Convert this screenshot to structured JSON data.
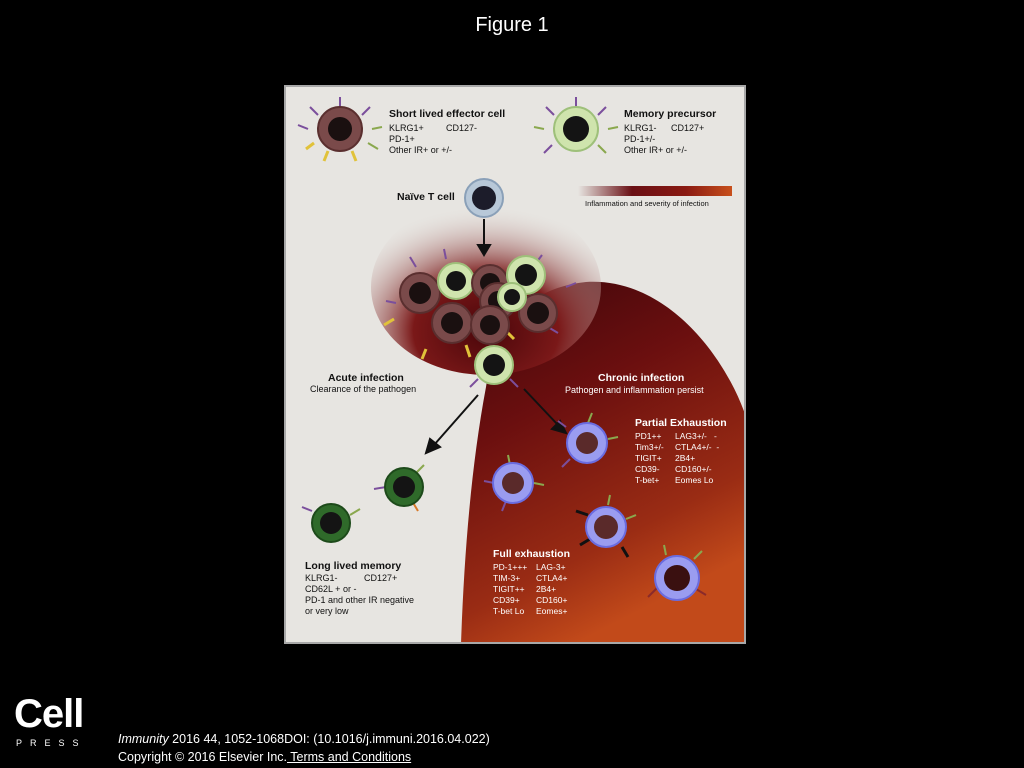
{
  "page": {
    "title": "Figure 1"
  },
  "figure": {
    "short_lived": {
      "title": "Short lived effector cell",
      "col1": [
        "KLRG1+",
        "PD-1+",
        "Other IR+ or +/-"
      ],
      "col2": [
        "CD127-"
      ]
    },
    "memory_precursor": {
      "title": "Memory precursor",
      "col1": [
        "KLRG1-",
        "PD-1+/-",
        "Other IR+ or +/-"
      ],
      "col2": [
        "CD127+"
      ]
    },
    "naive": {
      "title": "Naïve T cell"
    },
    "gradient_label": "Inflammation and severity of infection",
    "acute": {
      "title": "Acute infection",
      "subtitle": "Clearance of the pathogen"
    },
    "chronic": {
      "title": "Chronic infection",
      "subtitle": "Pathogen and inflammation persist"
    },
    "partial_exhaustion": {
      "title": "Partial Exhaustion",
      "col1": [
        "PD1++",
        "Tim3+/-",
        "TIGIT+",
        "CD39-",
        "T-bet+"
      ],
      "col2": [
        "LAG3+/-   -",
        "CTLA4+/-  -",
        "2B4+",
        "CD160+/-",
        "Eomes Lo"
      ]
    },
    "full_exhaustion": {
      "title": "Full exhaustion",
      "col1": [
        "PD-1+++",
        "TIM-3+",
        "TIGIT++",
        "CD39+",
        "T-bet Lo"
      ],
      "col2": [
        "LAG-3+",
        "CTLA4+",
        "2B4+",
        "CD160+",
        "Eomes+"
      ]
    },
    "long_lived": {
      "title": "Long lived memory",
      "lines": [
        "KLRG1-",
        "CD62L + or -",
        "PD-1 and other IR negative",
        "or very low"
      ],
      "line1_col2": "CD127+"
    },
    "colors": {
      "background": "#e7e5e1",
      "effector_cell": "#6b3a3a",
      "memory_cell_ring": "#c7e0a5",
      "exhausted_ring": "#8c8ce8",
      "inflammation_dark": "#3a0508",
      "inflammation_bright": "#c2451a"
    }
  },
  "footer": {
    "logo_word": "Cell",
    "logo_sub": "PRESS",
    "journal": "Immunity",
    "citation": " 2016 44, 1052-1068DOI: (10.1016/j.immuni.2016.04.022)",
    "copyright": "Copyright © 2016 Elsevier Inc.",
    "terms_link": " Terms and Conditions"
  }
}
